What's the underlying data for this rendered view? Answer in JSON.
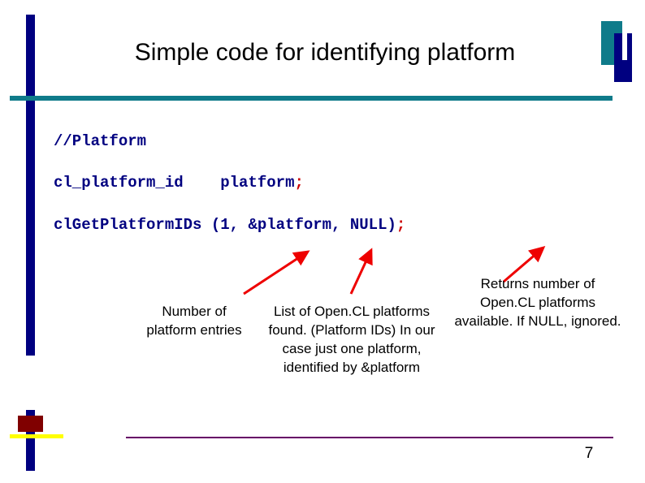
{
  "slide": {
    "title": "Simple code for identifying platform",
    "page_number": "7",
    "code": {
      "line1": "//Platform",
      "line2_type": "cl_platform_id",
      "line2_name": "platform",
      "line2_semicolon": ";",
      "line3_call": "clGetPlatformIDs (1, &platform, NULL)",
      "line3_semicolon": ";"
    },
    "captions": {
      "left": "Number of platform entries",
      "middle": "List of Open.CL platforms found. (Platform IDs) In our case just one platform, identified by &platform",
      "right": "Returns number of Open.CL platforms available. If NULL, ignored."
    },
    "colors": {
      "title_text": "#000000",
      "code_text": "#000080",
      "code_accent": "#cc0000",
      "rule_teal": "#0f7b8a",
      "left_bar_navy": "#000080",
      "stub_red": "#800000",
      "stub_yellow": "#ffff00",
      "bottom_rule_purple": "#660066",
      "arrow_red": "#ee0000"
    }
  }
}
